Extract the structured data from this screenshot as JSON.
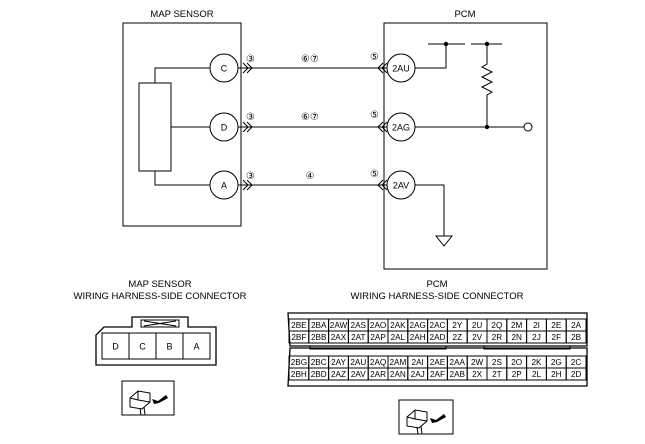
{
  "map_sensor": {
    "title": "MAP SENSOR",
    "pins": [
      "C",
      "D",
      "A"
    ]
  },
  "pcm": {
    "title": "PCM",
    "pins": [
      "2AU",
      "2AG",
      "2AV"
    ]
  },
  "wires": [
    {
      "sensor_pin": "C",
      "pcm_pin": "2AU",
      "left_num": "③",
      "mid_num": "⑥⑦",
      "right_num": "⑤"
    },
    {
      "sensor_pin": "D",
      "pcm_pin": "2AG",
      "left_num": "③",
      "mid_num": "⑥⑦",
      "right_num": "⑤"
    },
    {
      "sensor_pin": "A",
      "pcm_pin": "2AV",
      "left_num": "③",
      "mid_num": "④",
      "right_num": "⑤"
    }
  ],
  "map_connector": {
    "title_line1": "MAP SENSOR",
    "title_line2": "WIRING HARNESS-SIDE CONNECTOR",
    "pins": [
      "D",
      "C",
      "B",
      "A"
    ]
  },
  "pcm_connector": {
    "title_line1": "PCM",
    "title_line2": "WIRING HARNESS-SIDE CONNECTOR",
    "upper": [
      [
        "2BE",
        "2BA",
        "2AW",
        "2AS",
        "2AO",
        "2AK",
        "2AG",
        "2AC",
        "2Y",
        "2U",
        "2Q",
        "2M",
        "2I",
        "2E",
        "2A"
      ],
      [
        "2BF",
        "2BB",
        "2AX",
        "2AT",
        "2AP",
        "2AL",
        "2AH",
        "2AD",
        "2Z",
        "2V",
        "2R",
        "2N",
        "2J",
        "2F",
        "2B"
      ]
    ],
    "lower": [
      [
        "2BG",
        "2BC",
        "2AY",
        "2AU",
        "2AQ",
        "2AM",
        "2AI",
        "2AE",
        "2AA",
        "2W",
        "2S",
        "2O",
        "2K",
        "2G",
        "2C"
      ],
      [
        "2BH",
        "2BD",
        "2AZ",
        "2AV",
        "2AR",
        "2AN",
        "2AJ",
        "2AF",
        "2AB",
        "2X",
        "2T",
        "2P",
        "2L",
        "2H",
        "2D"
      ]
    ]
  }
}
